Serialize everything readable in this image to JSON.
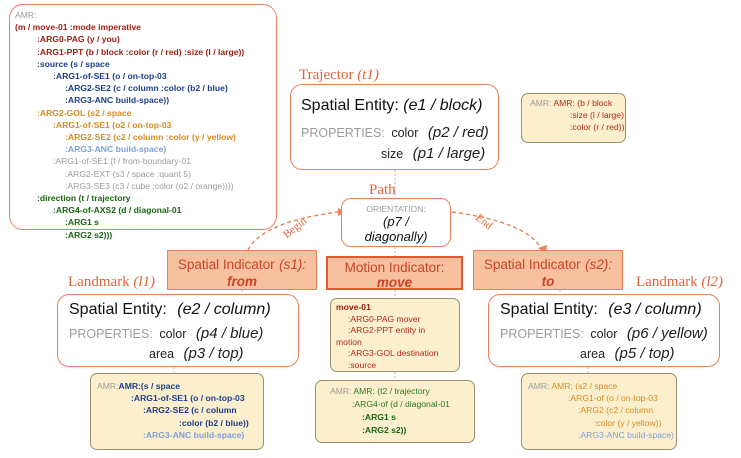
{
  "amr_main": {
    "lines": [
      {
        "text": "AMR:",
        "cls": "gray"
      },
      {
        "text": "(m / move-01 :mode imperative",
        "cls": "redb"
      },
      {
        "text": ":ARG0-PAG (y / you)",
        "cls": "redb",
        "tail": "",
        "tail2": ""
      },
      {
        "text": ":ARG1-PPT (b / block :color (r / red) :size (l / large))",
        "cls": "redb"
      },
      {
        "text": ":source (s / space",
        "cls": "navyb"
      },
      {
        "text": ":ARG1-of-SE1 (o / on-top-03",
        "cls": "navyb"
      },
      {
        "text": ":ARG2-SE2 (c / column :color (b2 / blue)",
        "cls": "navyb"
      },
      {
        "text": ":ARG3-ANC build-space))",
        "cls": "navyb"
      },
      {
        "text": ":ARG2-GOL (s2 / space",
        "cls": "orangeb"
      },
      {
        "text": ":ARG1-of-SE1 (o2 / on-top-03",
        "cls": "orangeb"
      },
      {
        "text": ":ARG2-SE2 (c2 / column :color (y / yellow)",
        "cls": "orangeb"
      },
      {
        "text": ":ARG3-ANC build-space)",
        "cls": "lightblueb"
      },
      {
        "text": ":ARG1-of-SE1 (f / from-boundary-01",
        "cls": "gray"
      },
      {
        "text": ":ARG2-EXT (s3 / space :quant 5)",
        "cls": "gray"
      },
      {
        "text": ":ARG3-SE3 (c3 / cube :color (o2 / orange))))",
        "cls": "gray"
      },
      {
        "text": ":direction (t / trajectory",
        "cls": "greenb"
      },
      {
        "text": ":ARG4-of-AXS2 (d / diagonal-01",
        "cls": "greenb"
      },
      {
        "text": ":ARG1 s",
        "cls": "greenb"
      },
      {
        "text": ":ARG2 s2)))",
        "cls": "greenb"
      }
    ]
  },
  "trajector": {
    "title": "Trajector",
    "title_var": "(t1)",
    "entity_label": "Spatial Entity:",
    "entity_value": "(e1 / block)",
    "properties_label": "PROPERTIES:",
    "prop1_name": "color",
    "prop1_value": "(p2 / red)",
    "prop2_name": "size",
    "prop2_value": "(p1 / large)",
    "amr_l1": "AMR: (b / block",
    "amr_l2": ":size (l / large)",
    "amr_l3": ":color (r / red))"
  },
  "path": {
    "title": "Path",
    "orientation_label": "ORIENTATION:",
    "value_l1": "(p7 /",
    "value_l2": "diagonally)",
    "begin": "Begin",
    "end": "End"
  },
  "spatial_indicator_s1": {
    "label": "Spatial Indicator",
    "var": "(s1):",
    "value": "from"
  },
  "motion_indicator": {
    "label": "Motion Indicator:",
    "value": "move"
  },
  "spatial_indicator_s2": {
    "label": "Spatial Indicator",
    "var": "(s2):",
    "value": "to"
  },
  "landmark_l1": {
    "title": "Landmark",
    "title_var": "(l1)",
    "entity_label": "Spatial Entity:",
    "entity_value": "(e2 / column)",
    "properties_label": "PROPERTIES:",
    "prop1_name": "color",
    "prop1_value": "(p4 / blue)",
    "prop2_name": "area",
    "prop2_value": "(p3 / top)",
    "amr": [
      "AMR:(s / space",
      ":ARG1-of-SE1 (o / on-top-03",
      ":ARG2-SE2 (c / column",
      ":color (b2 / blue))",
      ":ARG3-ANC build-space)"
    ]
  },
  "landmark_l2": {
    "title": "Landmark",
    "title_var": "(l2)",
    "entity_label": "Spatial Entity:",
    "entity_value": "(e3 / column)",
    "properties_label": "PROPERTIES:",
    "prop1_name": "color",
    "prop1_value": "(p6 / yellow)",
    "prop2_name": "area",
    "prop2_value": "(p5 / top)",
    "amr": [
      "AMR: (s2 / space",
      ":ARG1-of (o / on-top-03",
      ":ARG2 (c2 / column",
      ":color (y / yellow))",
      ":ARG3-ANC build-space)"
    ]
  },
  "motion_amr": {
    "lines": [
      "move-01",
      ":ARG0-PAG mover",
      ":ARG2-PPT entity in",
      "motion",
      ":ARG3-GOL destination",
      ":source"
    ]
  },
  "trajectory_amr": {
    "lines": [
      "AMR: (t2 / trajectory",
      ":ARG4-of (d / diagonal-01",
      ":ARG1 s",
      ":ARG2 s2))"
    ]
  },
  "colors": {
    "accent": "#e8825a",
    "box_fill": "#fbefcd",
    "indicator_fill": "#f7c19f"
  }
}
